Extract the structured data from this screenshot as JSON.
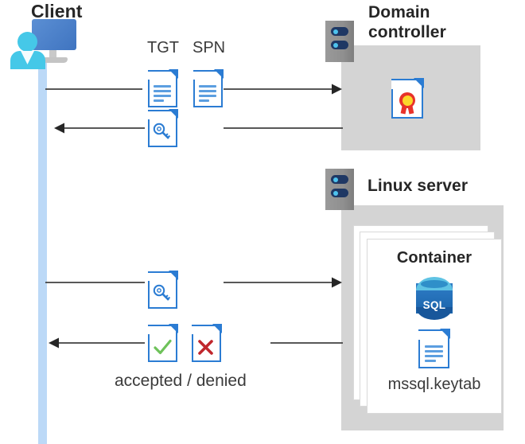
{
  "diagram": {
    "title_visible": false,
    "type": "kerberos-authentication-sequence",
    "colors": {
      "accent_blue": "#2b7cd3",
      "lifeline_blue": "#bcd9f7",
      "zone_grey": "#d4d4d4",
      "server_grey": "#8f8f8f",
      "server_bar_navy": "#1f3864",
      "server_dot_cyan": "#4ec3ee",
      "check_green": "#6ec25a",
      "cross_red": "#c0272d",
      "rosette_red": "#e8322a",
      "rosette_yellow": "#fbd72b",
      "sql_blue": "#1a63ab",
      "text_dark": "#262626",
      "arrow_grey": "#404040"
    },
    "actors": [
      {
        "id": "client",
        "label": "Client",
        "icon": "client-computer-icon"
      },
      {
        "id": "dc",
        "label": "Domain\ncontroller",
        "label_line1": "Domain",
        "label_line2": "controller",
        "icon": "server-icon"
      },
      {
        "id": "linux",
        "label": "Linux server",
        "icon": "server-icon"
      }
    ],
    "domain_controller": {
      "title_line1": "Domain",
      "title_line2": "controller",
      "contents": [
        {
          "name": "certificate-document-icon",
          "label": ""
        }
      ]
    },
    "linux_server": {
      "title": "Linux server",
      "container": {
        "title": "Container",
        "stack_count": 3,
        "items": [
          {
            "name": "sql-database-icon",
            "label": "SQL"
          },
          {
            "name": "keytab-document-icon",
            "label": "mssql.keytab"
          }
        ]
      }
    },
    "messages": [
      {
        "id": "msg1",
        "direction": "right",
        "from": "client",
        "to": "dc",
        "icons": [
          {
            "name": "tgt-document-icon",
            "label": "TGT"
          },
          {
            "name": "spn-document-icon",
            "label": "SPN"
          }
        ],
        "caption": ""
      },
      {
        "id": "msg2",
        "direction": "left",
        "from": "dc",
        "to": "client",
        "icons": [
          {
            "name": "service-ticket-document-icon",
            "label": ""
          }
        ],
        "caption": ""
      },
      {
        "id": "msg3",
        "direction": "right",
        "from": "client",
        "to": "linux",
        "icons": [
          {
            "name": "service-ticket-document-icon",
            "label": ""
          }
        ],
        "caption": ""
      },
      {
        "id": "msg4",
        "direction": "left",
        "from": "linux",
        "to": "client",
        "icons": [
          {
            "name": "accepted-document-icon",
            "label": ""
          },
          {
            "name": "denied-document-icon",
            "label": ""
          }
        ],
        "caption": "accepted / denied"
      }
    ],
    "labels": {
      "client": "Client",
      "domain_line1": "Domain",
      "domain_line2": "controller",
      "linux_server": "Linux server",
      "container": "Container",
      "tgt": "TGT",
      "spn": "SPN",
      "sql": "SQL",
      "keytab": "mssql.keytab",
      "accepted_denied": "accepted / denied"
    }
  }
}
